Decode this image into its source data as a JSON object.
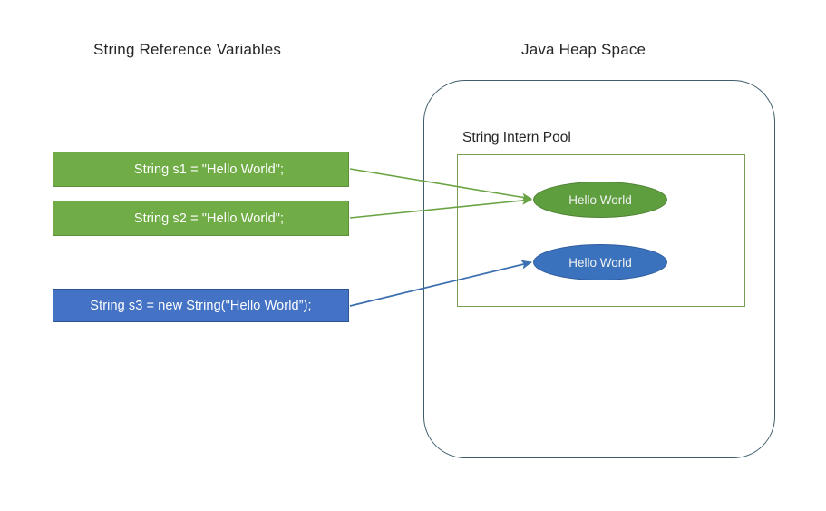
{
  "headings": {
    "left": "String Reference  Variables",
    "right": "Java Heap Space"
  },
  "heap": {
    "intern_pool_label": "String Intern Pool"
  },
  "references": [
    {
      "id": "s1",
      "code": "String s1 = \"Hello World\";",
      "color": "#70AD47",
      "target": "pooled"
    },
    {
      "id": "s2",
      "code": "String s2 = \"Hello World\";",
      "color": "#70AD47",
      "target": "pooled"
    },
    {
      "id": "s3",
      "code": "String s3 = new String(\"Hello World”);",
      "color": "#4472C4",
      "target": "heap-object"
    }
  ],
  "heap_objects": [
    {
      "id": "pooled",
      "label": "Hello World",
      "color": "#5F9E3F",
      "in_intern_pool": true
    },
    {
      "id": "heap-object",
      "label": "Hello World",
      "color": "#3B72BD",
      "in_intern_pool": true
    }
  ],
  "colors": {
    "green_fill": "#70AD47",
    "green_ellipse": "#5F9E3F",
    "blue_fill": "#4472C4",
    "blue_ellipse": "#3B72BD",
    "heap_border": "#3F5D6B",
    "pool_border": "#7A9D55",
    "text_dark": "#262626",
    "text_light": "#FFFFFF"
  }
}
